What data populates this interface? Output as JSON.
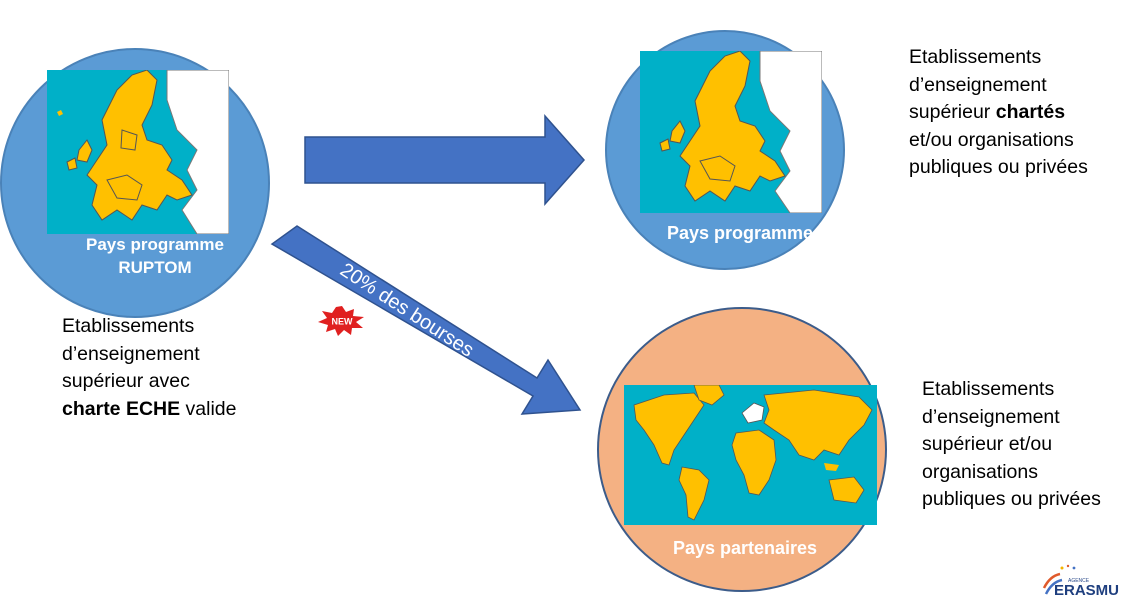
{
  "source": {
    "label_line1": "Pays programme",
    "label_line2": "RUPTOM",
    "desc_line1": "Etablissements",
    "desc_line2": "d’enseignement",
    "desc_line3": "supérieur avec",
    "desc_line4_bold": "charte ECHE",
    "desc_line4_rest": " valide"
  },
  "program": {
    "label": "Pays programme",
    "desc_line1": "Etablissements",
    "desc_line2": "d’enseignement",
    "desc_line3_pre": "supérieur ",
    "desc_line3_bold": "chartés",
    "desc_line4": "et/ou organisations",
    "desc_line5": "publiques ou privées"
  },
  "partner": {
    "label": "Pays partenaires",
    "desc_line1": "Etablissements",
    "desc_line2": "d’enseignement",
    "desc_line3": "supérieur et/ou",
    "desc_line4": "organisations",
    "desc_line5": "publiques ou privées"
  },
  "arrow_label": "20% des bourses",
  "new_badge": "NEW",
  "logo": {
    "small_text": "AGENCE",
    "text": "ERASMU"
  },
  "colors": {
    "circle_blue": "#5b9bd5",
    "circle_orange": "#f4b183",
    "arrow_blue": "#4472c4",
    "map_sea": "#00b0c8",
    "map_land": "#ffc000"
  }
}
